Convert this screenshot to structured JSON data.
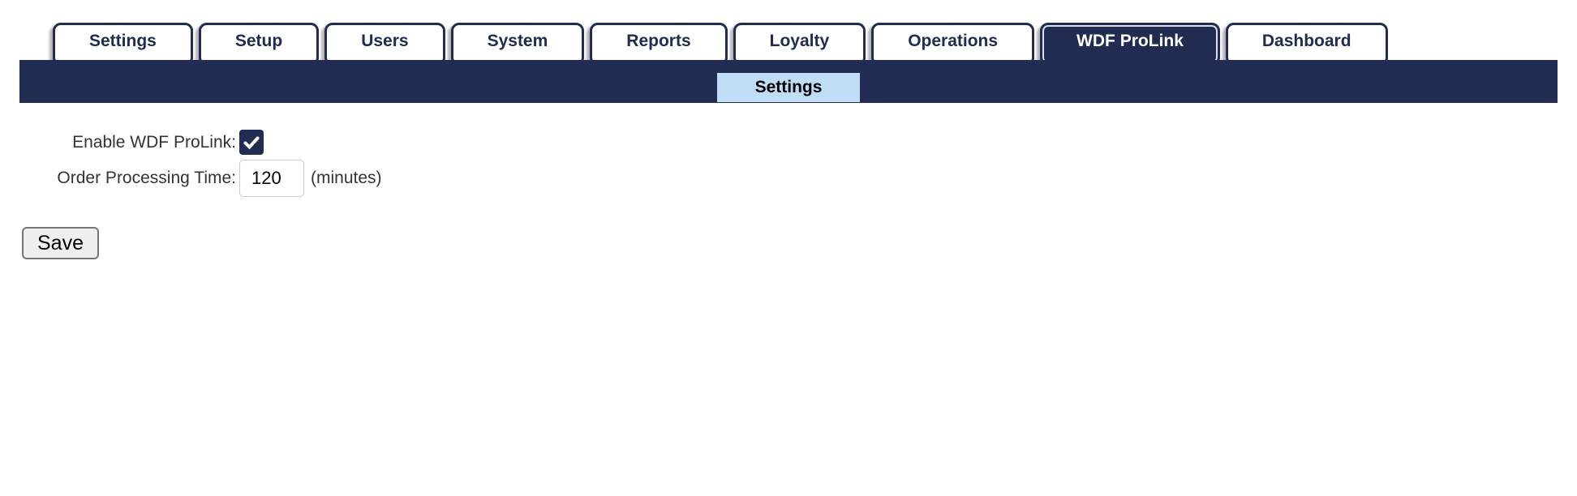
{
  "colors": {
    "navy": "#212c52",
    "subtab_blue": "#c0ddf6"
  },
  "tabs": {
    "items": [
      {
        "label": "Settings",
        "active": false
      },
      {
        "label": "Setup",
        "active": false
      },
      {
        "label": "Users",
        "active": false
      },
      {
        "label": "System",
        "active": false
      },
      {
        "label": "Reports",
        "active": false
      },
      {
        "label": "Loyalty",
        "active": false
      },
      {
        "label": "Operations",
        "active": false
      },
      {
        "label": "WDF ProLink",
        "active": true
      },
      {
        "label": "Dashboard",
        "active": false
      }
    ]
  },
  "subtabs": {
    "items": [
      {
        "label": "Settings",
        "active": true
      }
    ]
  },
  "form": {
    "fields": [
      {
        "label": "Enable WDF ProLink:",
        "type": "checkbox",
        "checked": true
      },
      {
        "label": "Order Processing Time:",
        "type": "text",
        "value": "120",
        "unit": "(minutes)"
      }
    ],
    "save_label": "Save"
  }
}
